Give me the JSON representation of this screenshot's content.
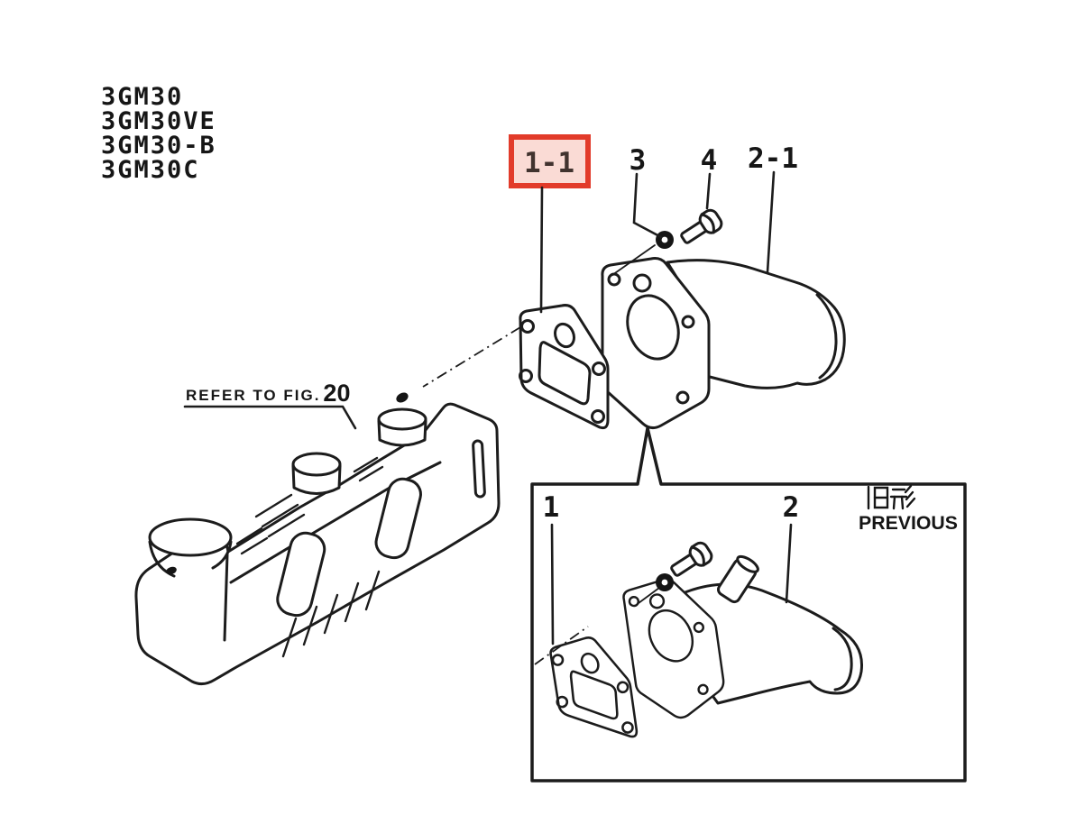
{
  "page": {
    "background": "#ffffff",
    "ink_color": "#1c1c1c"
  },
  "model_list": {
    "items": [
      "3GM30",
      "3GM30VE",
      "3GM30-B",
      "3GM30C"
    ]
  },
  "refer_note": {
    "label": "REFER TO FIG.",
    "fig_number": "20"
  },
  "highlight": {
    "label": "1-1",
    "border_color": "#e23b2a",
    "fill_color": "#fadbd5"
  },
  "callouts": {
    "nut": "3",
    "bolt": "4",
    "mixing_elbow": "2-1"
  },
  "inset": {
    "gasket": "1",
    "elbow": "2",
    "previous_ja": "旧形",
    "previous_en": "PREVIOUS"
  }
}
